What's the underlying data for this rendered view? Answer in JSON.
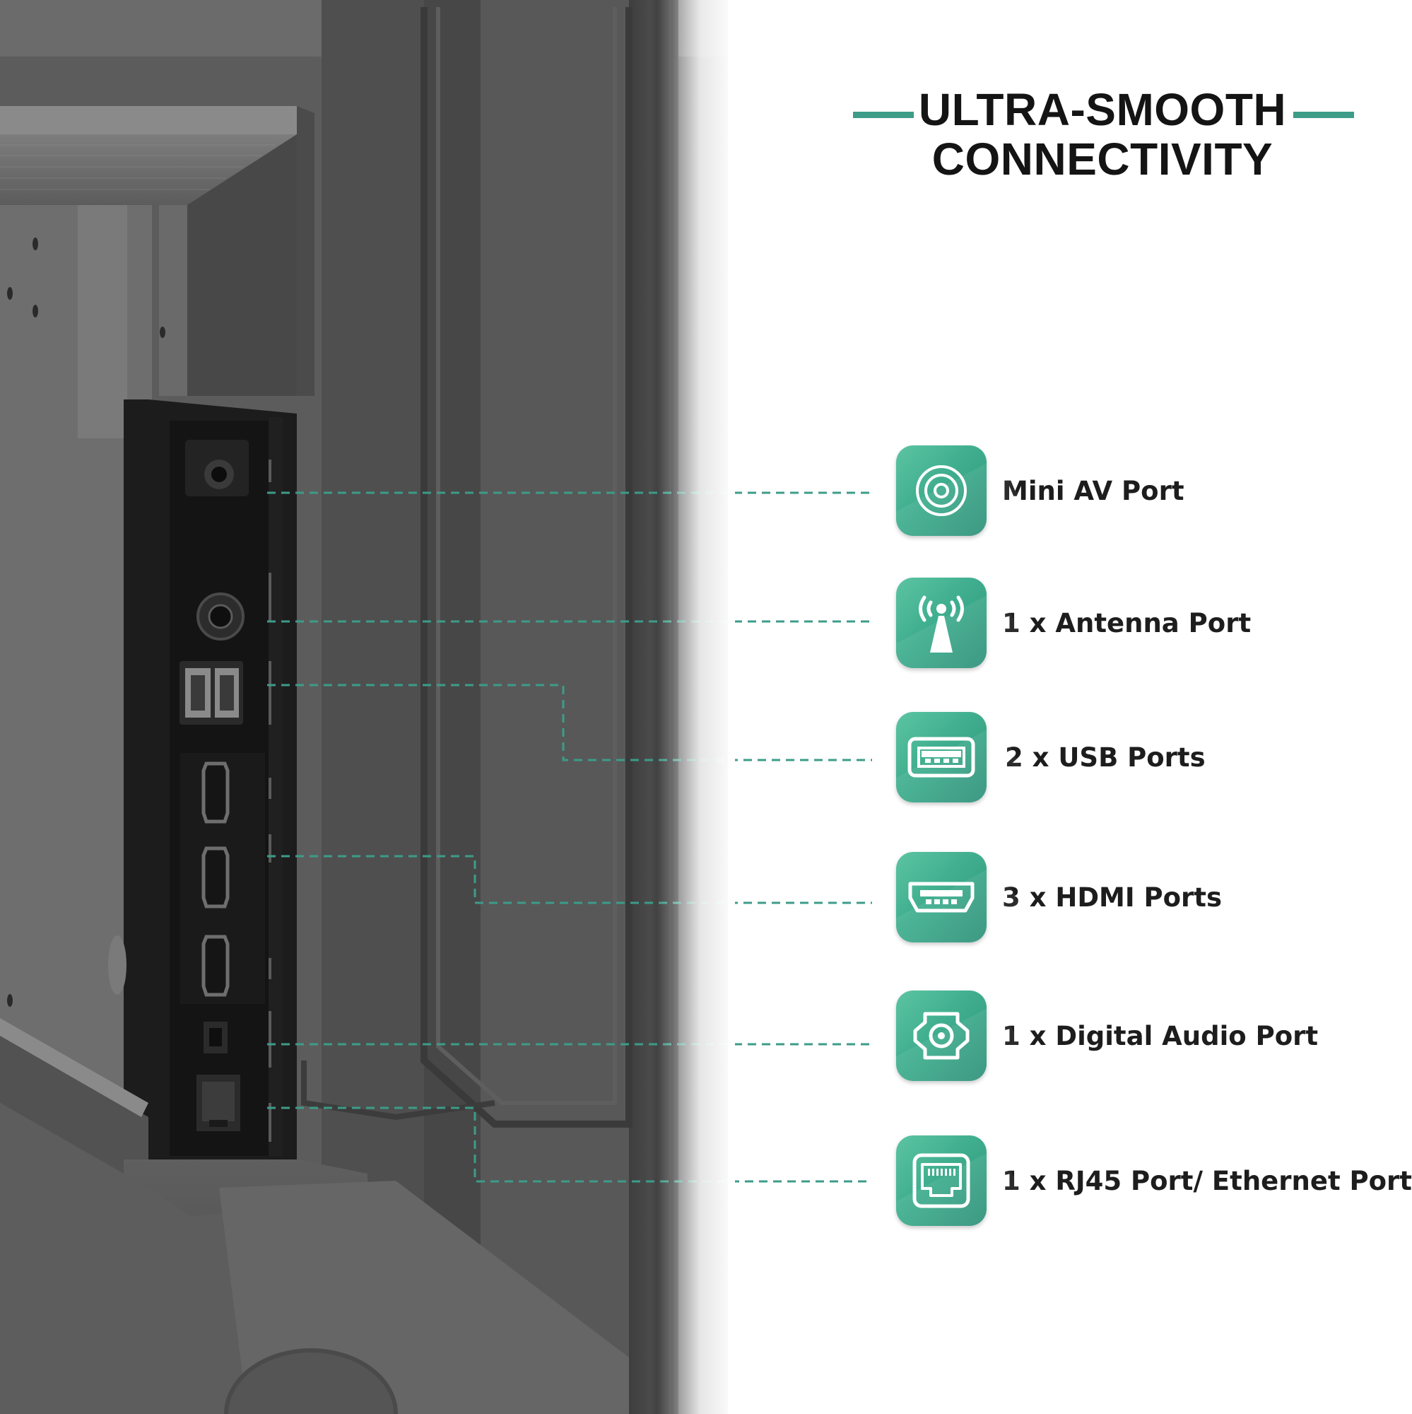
{
  "heading": {
    "line1": "ULTRA-SMOOTH",
    "line2": "CONNECTIVITY"
  },
  "colors": {
    "accent": "#3c9c88",
    "icon_gradient_light": "#5cc4a2",
    "icon_gradient_dark": "#2f917a",
    "text": "#1d1d1d",
    "tv_body": "#5a5a5a"
  },
  "features": [
    {
      "label": "Mini AV Port",
      "icon": "mini-av-port-icon"
    },
    {
      "label": "1 x Antenna Port",
      "icon": "antenna-icon"
    },
    {
      "label": "2 x USB Ports",
      "icon": "usb-port-icon"
    },
    {
      "label": "3 x HDMI Ports",
      "icon": "hdmi-port-icon"
    },
    {
      "label": "1 x Digital Audio Port",
      "icon": "digital-audio-port-icon"
    },
    {
      "label": "1 x RJ45 Port/ Ethernet Port",
      "icon": "ethernet-port-icon"
    }
  ]
}
